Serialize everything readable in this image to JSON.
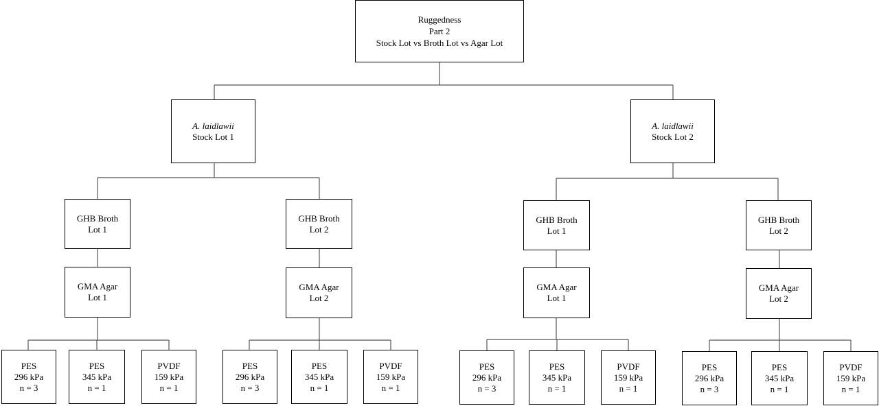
{
  "root": {
    "line1": "Ruggedness",
    "line2": "Part 2",
    "line3": "Stock Lot vs Broth Lot vs Agar Lot"
  },
  "stocks": [
    {
      "species": "A. laidlawii",
      "lot": "Stock Lot 1",
      "branches": [
        {
          "broth": [
            "GHB Broth",
            "Lot 1"
          ],
          "agar": [
            "GMA Agar",
            "Lot 1"
          ],
          "leaves": [
            [
              "PES",
              "296 kPa",
              "n = 3"
            ],
            [
              "PES",
              "345 kPa",
              "n = 1"
            ],
            [
              "PVDF",
              "159 kPa",
              "n = 1"
            ]
          ]
        },
        {
          "broth": [
            "GHB Broth",
            "Lot 2"
          ],
          "agar": [
            "GMA Agar",
            "Lot 2"
          ],
          "leaves": [
            [
              "PES",
              "296 kPa",
              "n = 3"
            ],
            [
              "PES",
              "345 kPa",
              "n = 1"
            ],
            [
              "PVDF",
              "159 kPa",
              "n = 1"
            ]
          ]
        }
      ]
    },
    {
      "species": "A. laidlawii",
      "lot": "Stock Lot 2",
      "branches": [
        {
          "broth": [
            "GHB Broth",
            "Lot 1"
          ],
          "agar": [
            "GMA Agar",
            "Lot 1"
          ],
          "leaves": [
            [
              "PES",
              "296 kPa",
              "n = 3"
            ],
            [
              "PES",
              "345 kPa",
              "n = 1"
            ],
            [
              "PVDF",
              "159 kPa",
              "n = 1"
            ]
          ]
        },
        {
          "broth": [
            "GHB Broth",
            "Lot 2"
          ],
          "agar": [
            "GMA Agar",
            "Lot 2"
          ],
          "leaves": [
            [
              "PES",
              "296 kPa",
              "n = 3"
            ],
            [
              "PES",
              "345 kPa",
              "n = 1"
            ],
            [
              "PVDF",
              "159 kPa",
              "n = 1"
            ]
          ]
        }
      ]
    }
  ]
}
